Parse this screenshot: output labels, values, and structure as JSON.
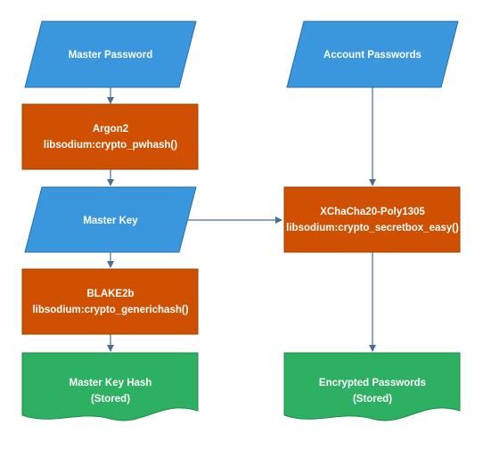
{
  "nodes": {
    "master_password": {
      "label": "Master Password"
    },
    "argon2": {
      "line1": "Argon2",
      "line2": "libsodium:crypto_pwhash()"
    },
    "master_key": {
      "label": "Master Key"
    },
    "blake2b": {
      "line1": "BLAKE2b",
      "line2": "libsodium:crypto_generichash()"
    },
    "master_key_hash": {
      "line1": "Master Key Hash",
      "line2": "(Stored)"
    },
    "account_passwords": {
      "label": "Account Passwords"
    },
    "xchacha": {
      "line1": "XChaCha20-Poly1305",
      "line2": "libsodium:crypto_secretbox_easy()"
    },
    "encrypted_passwords": {
      "line1": "Encrypted Passwords",
      "line2": "(Stored)"
    }
  },
  "colors": {
    "input_fill": "#3a96dd",
    "input_stroke": "#2a6fa6",
    "process_fill": "#cf5000",
    "process_stroke": "#a03e00",
    "output_fill": "#2db061",
    "output_stroke": "#1f8a4a",
    "connector": "#4a6f96"
  }
}
